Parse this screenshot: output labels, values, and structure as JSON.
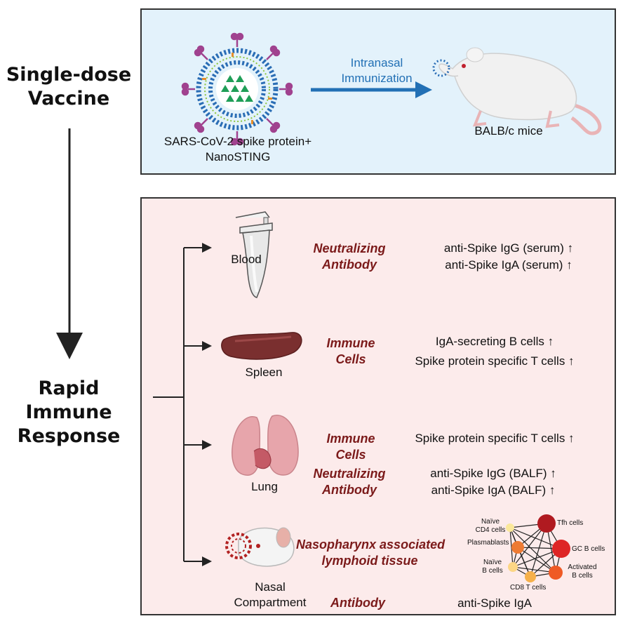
{
  "left": {
    "top_title": [
      "Single-dose",
      "Vaccine"
    ],
    "bottom_title": [
      "Rapid",
      "Immune",
      "Response"
    ]
  },
  "top_panel": {
    "vaccine_label": [
      "SARS-CoV-2 spike protein+",
      "NanoSTING"
    ],
    "route_label": [
      "Intranasal",
      "Immunization"
    ],
    "mice_label": "BALB/c mice"
  },
  "rows": [
    {
      "organ": "Blood",
      "category": [
        "Neutralizing",
        "Antibody"
      ],
      "results": [
        "anti-Spike IgG (serum) ↑",
        "anti-Spike IgA (serum) ↑"
      ]
    },
    {
      "organ": "Spleen",
      "category": [
        "Immune",
        "Cells"
      ],
      "results": [
        "IgA-secreting B cells ↑",
        "Spike protein specific T cells ↑"
      ]
    },
    {
      "organ": "Lung",
      "category": [
        "Immune",
        "Cells"
      ],
      "results": [
        "Spike protein specific T cells ↑"
      ],
      "category2": [
        "Neutralizing",
        "Antibody"
      ],
      "results2": [
        "anti-Spike IgG (BALF) ↑",
        "anti-Spike IgA (BALF) ↑"
      ]
    },
    {
      "organ": [
        "Nasal",
        "Compartment"
      ],
      "category": [
        "Nasopharynx associated",
        "lymphoid tissue"
      ],
      "category2": "Antibody",
      "results2": "anti-Spike IgA"
    }
  ],
  "network": {
    "nodes": [
      "Naïve CD4 cells",
      "Tfh cells",
      "Plasmablasts",
      "GC B cells",
      "Naïve B cells",
      "Activated B cells",
      "CD8 T cells"
    ],
    "labels": {
      "naive_cd4": [
        "Naïve",
        "CD4 cells"
      ],
      "tfh": "Tfh cells",
      "plasmablasts": "Plasmablasts",
      "gc_b": "GC B cells",
      "naive_b": [
        "Naïve",
        "B cells"
      ],
      "activated_b": [
        "Activated",
        "B cells"
      ],
      "cd8": "CD8 T cells"
    }
  },
  "colors": {
    "top_bg": "#e3f2fb",
    "bottom_bg": "#fcebeb",
    "category_text": "#7b1a1a",
    "route_arrow": "#2270b5"
  }
}
